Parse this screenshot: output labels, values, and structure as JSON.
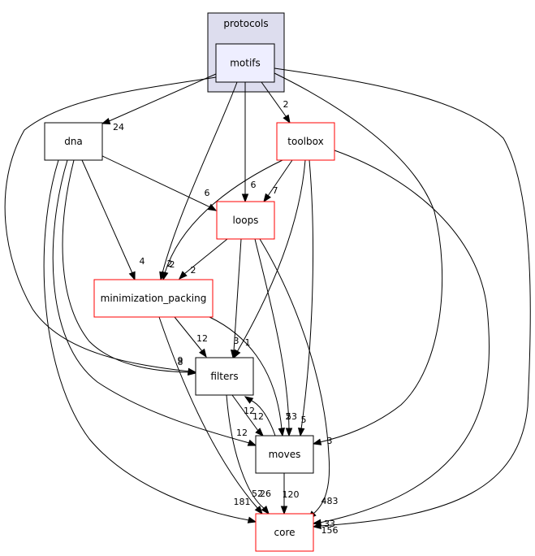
{
  "cluster": {
    "label": "protocols",
    "fill": "#ddddee",
    "stroke": "#000000"
  },
  "nodes": {
    "motifs": {
      "label": "motifs",
      "fill": "#eeeeff",
      "stroke": "#000000"
    },
    "dna": {
      "label": "dna",
      "fill": "#ffffff",
      "stroke": "#000000"
    },
    "toolbox": {
      "label": "toolbox",
      "fill": "#ffffff",
      "stroke": "#ff0000"
    },
    "loops": {
      "label": "loops",
      "fill": "#ffffff",
      "stroke": "#ff0000"
    },
    "minimization_packing": {
      "label": "minimization_packing",
      "fill": "#ffffff",
      "stroke": "#ff0000"
    },
    "filters": {
      "label": "filters",
      "fill": "#ffffff",
      "stroke": "#000000"
    },
    "moves": {
      "label": "moves",
      "fill": "#ffffff",
      "stroke": "#000000"
    },
    "core": {
      "label": "core",
      "fill": "#ffffff",
      "stroke": "#ff0000"
    }
  },
  "edges": [
    {
      "id": "motifs-dna",
      "from": "motifs",
      "to": "dna",
      "label": "24"
    },
    {
      "id": "motifs-toolbox",
      "from": "motifs",
      "to": "toolbox",
      "label": "2"
    },
    {
      "id": "motifs-loops",
      "from": "motifs",
      "to": "loops",
      "label": "6"
    },
    {
      "id": "motifs-minimization_packing",
      "from": "motifs",
      "to": "minimization_packing",
      "label": "2"
    },
    {
      "id": "motifs-filters",
      "from": "motifs",
      "to": "filters",
      "label": "8"
    },
    {
      "id": "motifs-moves",
      "from": "motifs",
      "to": "moves",
      "label": "3"
    },
    {
      "id": "motifs-core",
      "from": "motifs",
      "to": "core",
      "label": "156"
    },
    {
      "id": "dna-loops",
      "from": "dna",
      "to": "loops",
      "label": "6"
    },
    {
      "id": "dna-minimization_packing",
      "from": "dna",
      "to": "minimization_packing",
      "label": "4"
    },
    {
      "id": "dna-filters",
      "from": "dna",
      "to": "filters",
      "label": "9"
    },
    {
      "id": "dna-moves",
      "from": "dna",
      "to": "moves",
      "label": "12"
    },
    {
      "id": "dna-core",
      "from": "dna",
      "to": "core",
      "label": "181"
    },
    {
      "id": "toolbox-loops",
      "from": "toolbox",
      "to": "loops",
      "label": "7"
    },
    {
      "id": "toolbox-minimization_packing",
      "from": "toolbox",
      "to": "minimization_packing",
      "label": "2"
    },
    {
      "id": "toolbox-filters",
      "from": "toolbox",
      "to": "filters",
      "label": "1"
    },
    {
      "id": "toolbox-moves",
      "from": "toolbox",
      "to": "moves",
      "label": "5"
    },
    {
      "id": "toolbox-core",
      "from": "toolbox",
      "to": "core",
      "label": "33"
    },
    {
      "id": "loops-minimization_packing",
      "from": "loops",
      "to": "minimization_packing",
      "label": "2"
    },
    {
      "id": "loops-filters",
      "from": "loops",
      "to": "filters",
      "label": "3"
    },
    {
      "id": "loops-moves",
      "from": "loops",
      "to": "moves",
      "label": "53"
    },
    {
      "id": "loops-core",
      "from": "loops",
      "to": "core",
      "label": "483"
    },
    {
      "id": "minimization_packing-filters",
      "from": "minimization_packing",
      "to": "filters",
      "label": "12"
    },
    {
      "id": "minimization_packing-moves",
      "from": "minimization_packing",
      "to": "moves",
      "label": "2"
    },
    {
      "id": "minimization_packing-core",
      "from": "minimization_packing",
      "to": "core",
      "label": "52"
    },
    {
      "id": "filters-moves",
      "from": "filters",
      "to": "moves",
      "label": "12"
    },
    {
      "id": "filters-core",
      "from": "filters",
      "to": "core",
      "label": "26"
    },
    {
      "id": "moves-filters",
      "from": "moves",
      "to": "filters",
      "label": "12"
    },
    {
      "id": "moves-core",
      "from": "moves",
      "to": "core",
      "label": "120"
    }
  ]
}
